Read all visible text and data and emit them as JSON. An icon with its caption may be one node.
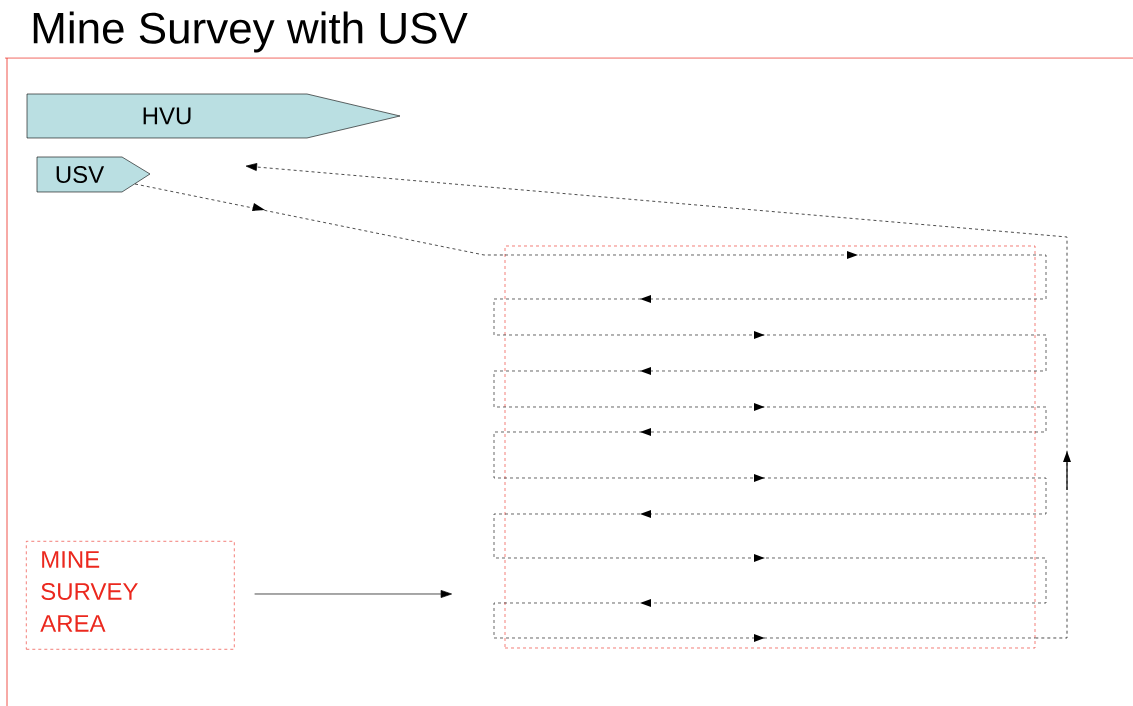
{
  "diagram": {
    "title": "Mine Survey with USV",
    "nodes": [
      {
        "text": [
          "HVU"
        ]
      },
      {
        "text": [
          "USV"
        ]
      },
      {
        "text": [],
        "shape": "box"
      },
      {
        "text": [
          "MINE SURVEY AREA"
        ]
      }
    ],
    "edges": [
      {
        "from": 1,
        "to": 2,
        "arrow": "to",
        "style": "dashed"
      },
      {
        "from": 2,
        "to": null,
        "arrow": "to",
        "style": "dashed"
      },
      {
        "from": 3,
        "to": 2,
        "arrow": "to"
      }
    ]
  }
}
